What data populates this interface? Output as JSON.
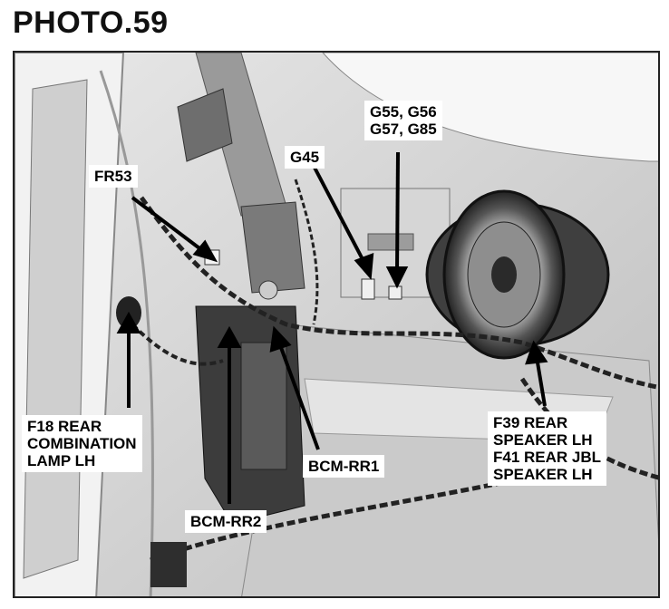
{
  "title": "PHOTO.59",
  "callouts": {
    "fr53": "FR53",
    "g45": "G45",
    "g55": "G55, G56\nG57, G85",
    "f18": "F18 REAR\nCOMBINATION\nLAMP LH",
    "bcm_rr1": "BCM-RR1",
    "bcm_rr2": "BCM-RR2",
    "f39": "F39 REAR\nSPEAKER LH\nF41 REAR JBL\nSPEAKER LH"
  }
}
